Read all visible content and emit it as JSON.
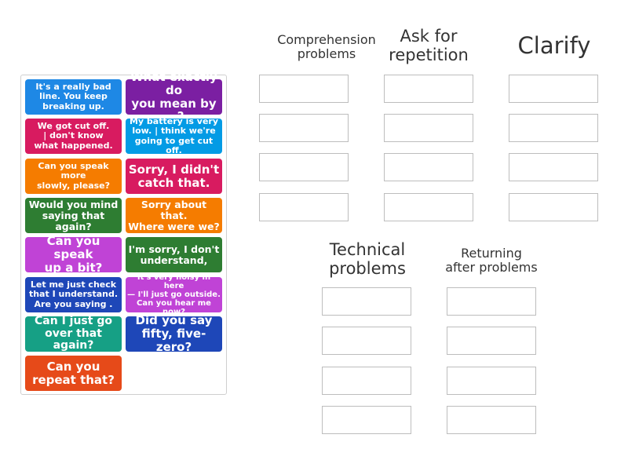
{
  "groups": [
    {
      "title": "Comprehension\nproblems"
    },
    {
      "title": "Ask for\nrepetition"
    },
    {
      "title": "Clarify"
    },
    {
      "title": "Technical\nproblems"
    },
    {
      "title": "Returning\nafter problems"
    }
  ],
  "cards": [
    {
      "text": "It's a really bad\nline. You keep\nbreaking up.",
      "color": "#1e88e5"
    },
    {
      "text": "What exactly do\nyou mean by ...?",
      "color": "#7b1fa2"
    },
    {
      "text": "We got cut off.\n| don't know\nwhat happened.",
      "color": "#d81b60"
    },
    {
      "text": "My battery is very\nlow. | think we're\ngoing to get cut off.",
      "color": "#039be5"
    },
    {
      "text": "Can you speak more\nslowly, please?",
      "color": "#f57c00"
    },
    {
      "text": "Sorry, I didn't\ncatch that.",
      "color": "#d81b60"
    },
    {
      "text": "Would you mind\nsaying that again?",
      "color": "#2e7d32"
    },
    {
      "text": "Sorry about that.\nWhere were we?",
      "color": "#f57c00"
    },
    {
      "text": "Can you speak\nup a bit?",
      "color": "#c043d6"
    },
    {
      "text": "I'm sorry, I don't\nunderstand,",
      "color": "#2e7d32"
    },
    {
      "text": "Let me just check\nthat I understand.\nAre you saying .",
      "color": "#1e47b8"
    },
    {
      "text": "It's very noisy in here\n— I'll just go outside.\nCan you hear me now?",
      "color": "#c043d6"
    },
    {
      "text": "Can I just go\nover that again?",
      "color": "#16a085"
    },
    {
      "text": "Did you say\nfifty, five-zero?",
      "color": "#1e47b8"
    },
    {
      "text": "Can you\nrepeat that?",
      "color": "#e64a19"
    }
  ]
}
